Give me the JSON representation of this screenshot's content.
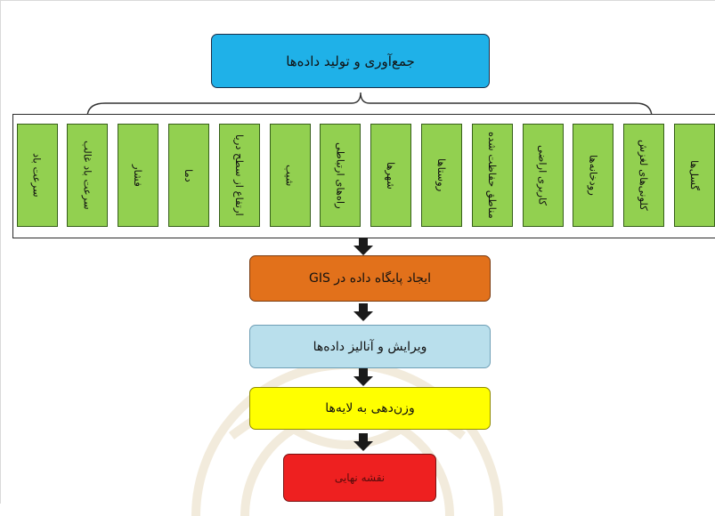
{
  "diagram": {
    "top": "جمع‌آوری و تولید داده‌ها",
    "categories": [
      "گسل‌ها",
      "کلونی‌های لغزش",
      "رودخانه‌ها",
      "کاربری اراضی",
      "مناطق حفاظت شده",
      "روستاها",
      "شهرها",
      "راه‌های ارتباطی",
      "شیب",
      "ارتفاع از سطح دریا",
      "دما",
      "فشار",
      "سرعت باد غالب",
      "سرعت باد"
    ],
    "step_gis": "ایجاد پایگاه داده در GIS",
    "step_edit": "ویرایش و آنالیز داده‌ها",
    "step_weight": "وزن‌دهی به لایه‌ها",
    "step_final": "نقشه نهایی"
  },
  "colors": {
    "top": "#1fb1e8",
    "categories": "#92d050",
    "gis": "#e2711b",
    "edit": "#b9dfec",
    "weight": "#ffff00",
    "final": "#ee2020"
  }
}
